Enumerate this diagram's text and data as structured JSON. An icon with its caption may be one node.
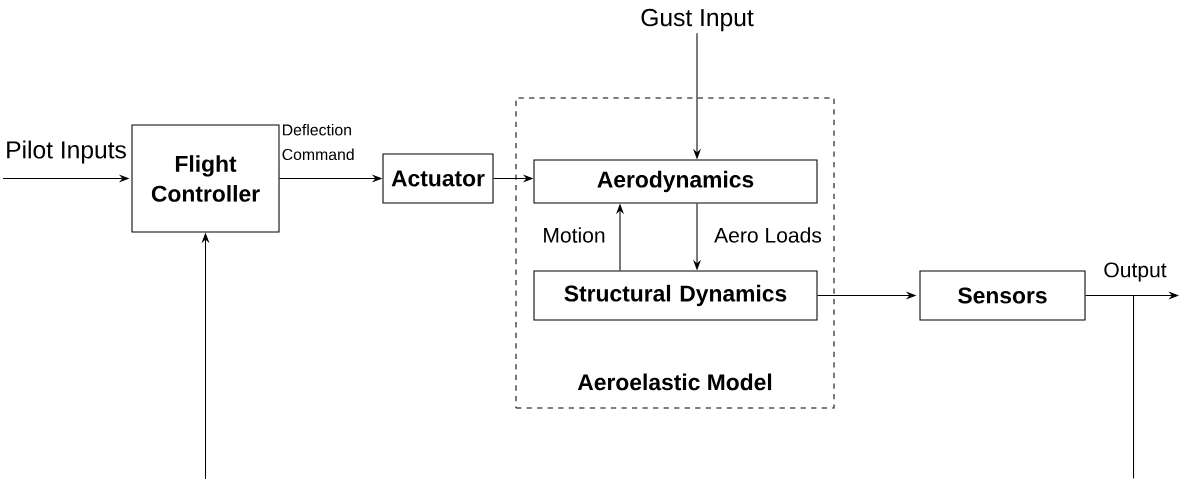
{
  "diagram": {
    "nodes": [
      {
        "text": [
          "Gust Input"
        ]
      },
      {
        "text": [
          "Pilot Inputs"
        ]
      },
      {
        "text": [
          "Flight Controller"
        ]
      },
      {
        "text": [
          "Actuator"
        ]
      },
      {
        "text": [
          "Aeroelastic Model"
        ]
      },
      {
        "text": [
          "Aerodynamics"
        ],
        "in": 4
      },
      {
        "text": [
          "Structural Dynamics"
        ],
        "in": 4
      },
      {
        "text": [
          "Sensors"
        ]
      }
    ],
    "edges": [
      {
        "from": 1,
        "to": 2,
        "arrow": "to"
      },
      {
        "from": 2,
        "to": 3,
        "arrow": "to",
        "label": "Deflection Command"
      },
      {
        "from": 3,
        "to": 5,
        "arrow": "to"
      },
      {
        "from": 0,
        "to": 5,
        "arrow": "to"
      },
      {
        "from": 5,
        "to": 6,
        "arrow": "to",
        "label": "Aero Loads"
      },
      {
        "from": 6,
        "to": 5,
        "arrow": "to",
        "label": "Motion"
      },
      {
        "from": 6,
        "to": 7,
        "arrow": "to"
      },
      {
        "from": 7,
        "to": null,
        "arrow": "to",
        "label": "Output"
      },
      {
        "from": 7,
        "to": null,
        "arrow": "none"
      },
      {
        "from": null,
        "to": 2,
        "arrow": "to"
      }
    ]
  }
}
